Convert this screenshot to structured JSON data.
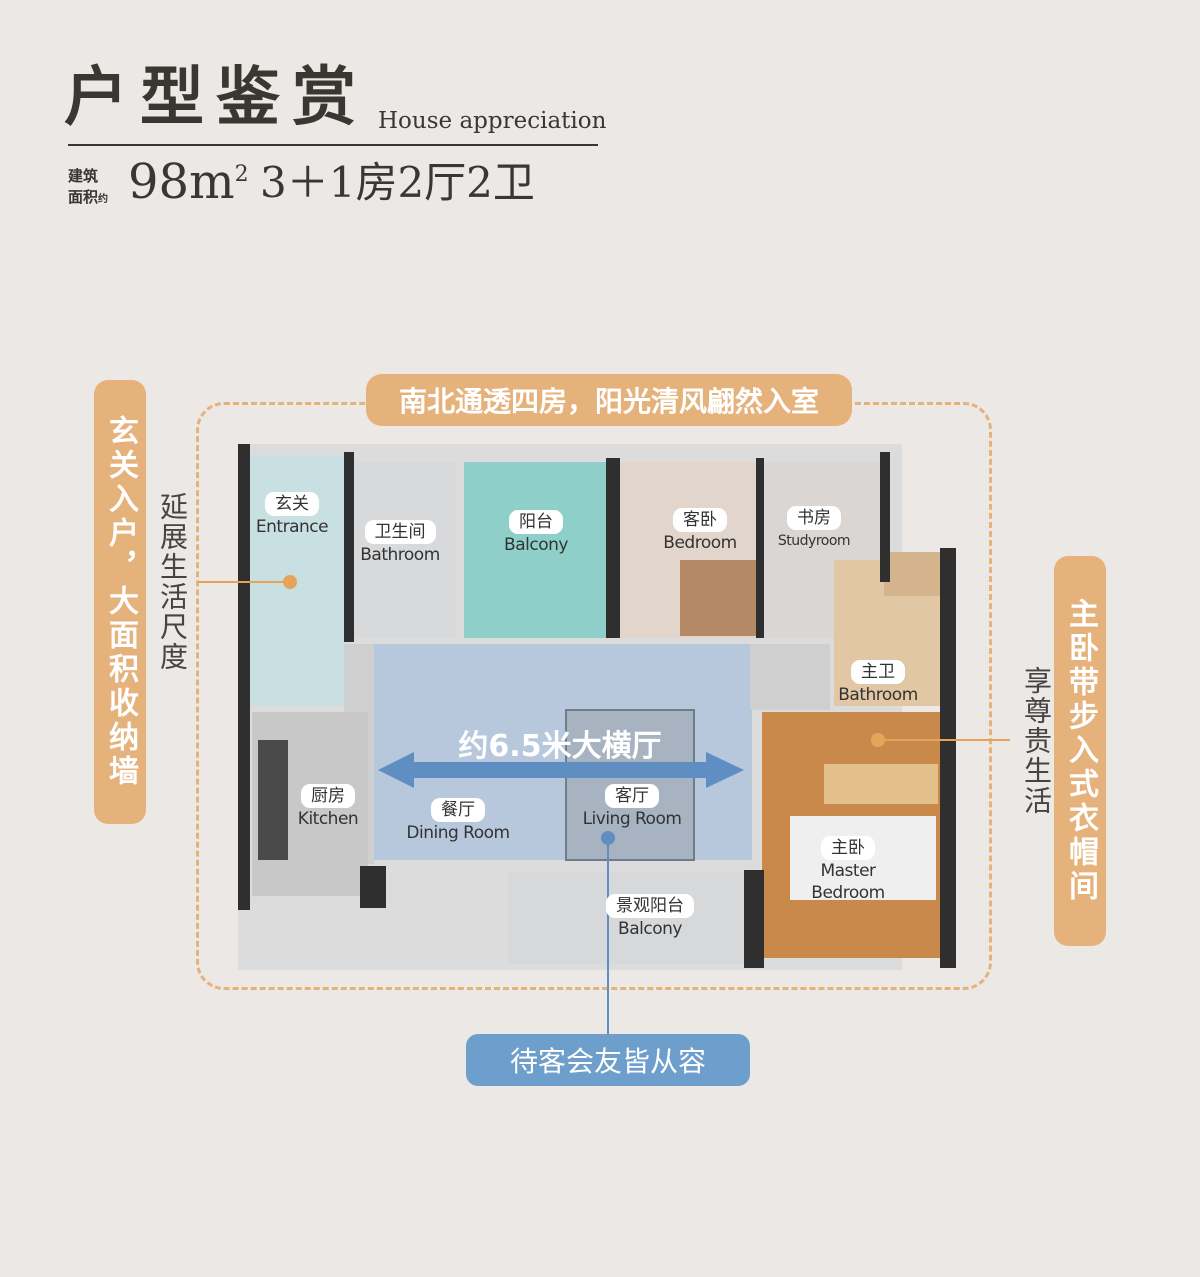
{
  "header": {
    "title_cn": "户型鉴赏",
    "title_en": "House appreciation",
    "area_label_line1": "建筑",
    "area_label_line2": "面积",
    "area_label_suffix": "约",
    "area_number": "98m",
    "area_unit_sup": "2",
    "layout": "3＋1房2厅2卫"
  },
  "callouts": {
    "top": "南北通透四房，阳光清风翩然入室",
    "left_pill": "玄关入户，大面积收纳墙",
    "left_side": "延展生活尺度",
    "right_pill": "主卧带步入式衣帽间",
    "right_side": "享尊贵生活",
    "bottom": "待客会友皆从容",
    "hall_width": "约6.5米大横厅"
  },
  "rooms": {
    "entrance": {
      "cn": "玄关",
      "en": "Entrance"
    },
    "bathroom": {
      "cn": "卫生间",
      "en": "Bathroom"
    },
    "balcony": {
      "cn": "阳台",
      "en": "Balcony"
    },
    "bedroom": {
      "cn": "客卧",
      "en": "Bedroom"
    },
    "studyroom": {
      "cn": "书房",
      "en": "Studyroom"
    },
    "master_bathroom": {
      "cn": "主卫",
      "en": "Bathroom"
    },
    "kitchen": {
      "cn": "厨房",
      "en": "Kitchen"
    },
    "dining": {
      "cn": "餐厅",
      "en": "Dining Room"
    },
    "living": {
      "cn": "客厅",
      "en": "Living Room"
    },
    "master_bedroom": {
      "cn": "主卧",
      "en": "Master Bedroom"
    },
    "view_balcony": {
      "cn": "景观阳台",
      "en": "Balcony"
    }
  },
  "colors": {
    "background": "#ebe8e6",
    "accent_orange": "#e6b27c",
    "accent_blue": "#6e9fcc",
    "balcony_teal": "#8fcfc9",
    "wood": "#c8894a"
  }
}
